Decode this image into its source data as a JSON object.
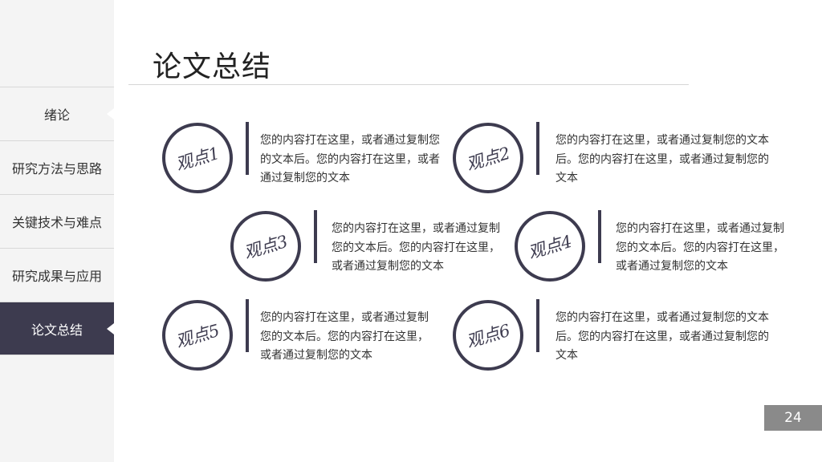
{
  "sidebar": {
    "items": [
      {
        "label": "绪论",
        "active": false
      },
      {
        "label": "研究方法与思路",
        "active": false
      },
      {
        "label": "关键技术与难点",
        "active": false
      },
      {
        "label": "研究成果与应用",
        "active": false
      },
      {
        "label": "论文总结",
        "active": true
      }
    ]
  },
  "page": {
    "title": "论文总结",
    "page_number": "24"
  },
  "points": [
    {
      "label": "观点1",
      "text": "您的内容打在这里，或者通过复制您的文本后。您的内容打在这里，或者通过复制您的文本"
    },
    {
      "label": "观点2",
      "text": "您的内容打在这里，或者通过复制您的文本后。您的内容打在这里，或者通过复制您的文本"
    },
    {
      "label": "观点3",
      "text": "您的内容打在这里，或者通过复制您的文本后。您的内容打在这里，或者通过复制您的文本"
    },
    {
      "label": "观点4",
      "text": "您的内容打在这里，或者通过复制您的文本后。您的内容打在这里，或者通过复制您的文本"
    },
    {
      "label": "观点5",
      "text": "您的内容打在这里，或者通过复制您的文本后。您的内容打在这里，或者通过复制您的文本"
    },
    {
      "label": "观点6",
      "text": "您的内容打在这里，或者通过复制您的文本后。您的内容打在这里，或者通过复制您的文本"
    }
  ],
  "colors": {
    "accent": "#3d3b4f",
    "sidebar_bg": "#f4f4f4",
    "page_number_bg": "#8a8a8a"
  }
}
